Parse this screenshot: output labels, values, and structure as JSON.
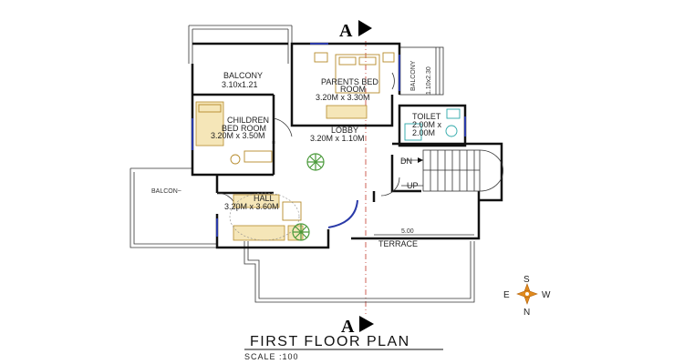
{
  "section_marker": "A",
  "rooms": {
    "balcony_top": {
      "name": "BALCONY",
      "size": "3.10x1.21"
    },
    "parents_bed": {
      "name": "PARENTS BED",
      "name2": "ROOM",
      "size": "3.20M x 3.30M"
    },
    "balcony_side": {
      "name": "BALCONY",
      "size": "1.10x2.30"
    },
    "children_bed": {
      "name": "CHILDREN",
      "name2": "BED ROOM",
      "size": "3.20M x 3.50M"
    },
    "lobby": {
      "name": "LOBBY",
      "size": "3.20M x 1.10M"
    },
    "toilet": {
      "name": "TOILET",
      "size": "2.00M x",
      "size2": "2.00M"
    },
    "hall": {
      "name": "HALL",
      "size": "3.20M x 3.60M"
    },
    "balcony_left": {
      "name": "BALCON~"
    },
    "terrace": {
      "name": "TERRACE",
      "dimension": "5.00"
    }
  },
  "stair": {
    "down": "DN",
    "up": "UP"
  },
  "compass": {
    "s": "S",
    "e": "E",
    "w": "W",
    "n": "N",
    "color": "#e08a1e"
  },
  "title": "FIRST FLOOR PLAN",
  "scale": "SCALE :100",
  "colors": {
    "wall": "#111111",
    "window": "#2a3aa8",
    "furniture": "#b58a2a",
    "section_line": "#c0392b",
    "fixtures": "#2aa7a8",
    "plants": "#4a9a3a"
  }
}
